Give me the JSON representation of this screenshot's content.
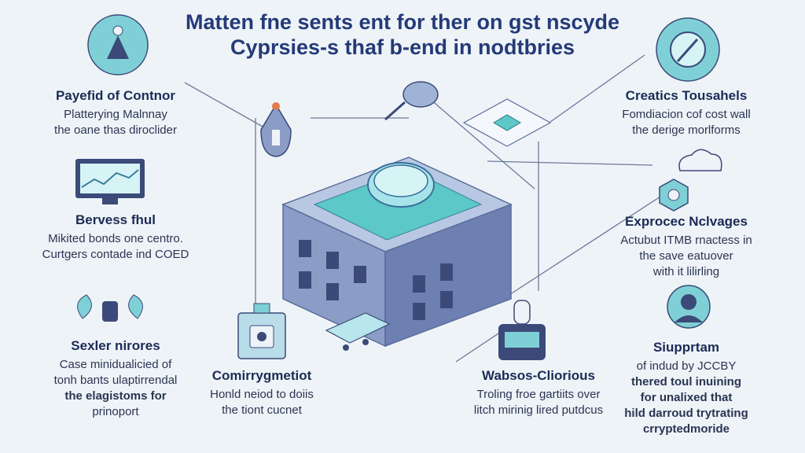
{
  "title": {
    "line1": "Matten fne sents ent for ther on gst nscyde",
    "line2": "Cyprsies-s thaf b-end in nodtbries"
  },
  "blocks": {
    "top_left": {
      "heading": "Payefid of Contnor",
      "lines": [
        "Platterying Malnnay",
        "the oane thas diroclider"
      ]
    },
    "mid_left": {
      "heading": "Bervess fhul",
      "lines": [
        "Mikited bonds one centro.",
        "Curtgers contade ind COED"
      ]
    },
    "low_left": {
      "heading": "Sexler nirores",
      "lines": [
        "Case minidualicied of",
        "tonh bants ulaptirrendal",
        "the elagistoms for",
        "prinoport"
      ]
    },
    "bottom_center_left": {
      "heading": "Comirrygmetiot",
      "lines": [
        "Honld neiod to doiis",
        "the tiont cucnet"
      ]
    },
    "bottom_center_right": {
      "heading": "Wabsos-Cliorious",
      "lines": [
        "Troling froe gartiits over",
        "litch mirinig lired putdcus"
      ]
    },
    "top_right": {
      "heading": "Creatics Tousahels",
      "lines": [
        "Fomdiacion cof cost wall",
        "the derige morlforms"
      ]
    },
    "mid_right": {
      "heading": "Exprocec Nclvages",
      "lines": [
        "Actubut ITMB rnactess in",
        "the save eatuover",
        "with it lilirling"
      ]
    },
    "low_right": {
      "heading": "Siupprtam",
      "lines": [
        "of indud by JCCBY",
        "thered toul inuining",
        "for unalixed that",
        "hild darroud trytrating",
        "crryptedmoride"
      ]
    }
  },
  "icons": [
    "wallet-icon",
    "monitor-icon",
    "plants-icon",
    "vault-icon",
    "satellite-icon",
    "chip-icon",
    "rocket-icon",
    "magnifier-icon",
    "cloud-icon",
    "clock-icon",
    "avatar-icon",
    "dispenser-icon",
    "card-icon",
    "building-icon"
  ],
  "colors": {
    "title": "#243a78",
    "accent": "#5cc8c8",
    "building": "#8b9cc6",
    "line": "#6b7a99"
  }
}
